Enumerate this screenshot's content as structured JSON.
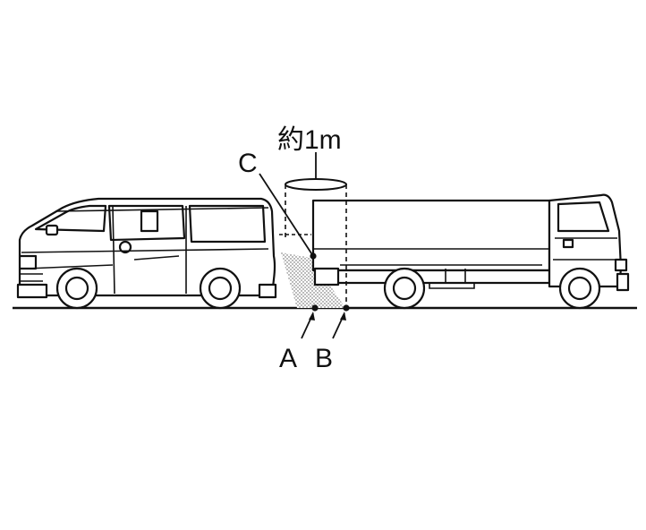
{
  "labels": {
    "distance": "約1m",
    "point_a": "A",
    "point_b": "B",
    "point_c": "C"
  },
  "colors": {
    "line": "#111111",
    "background": "#ffffff",
    "shade": "#555555"
  }
}
